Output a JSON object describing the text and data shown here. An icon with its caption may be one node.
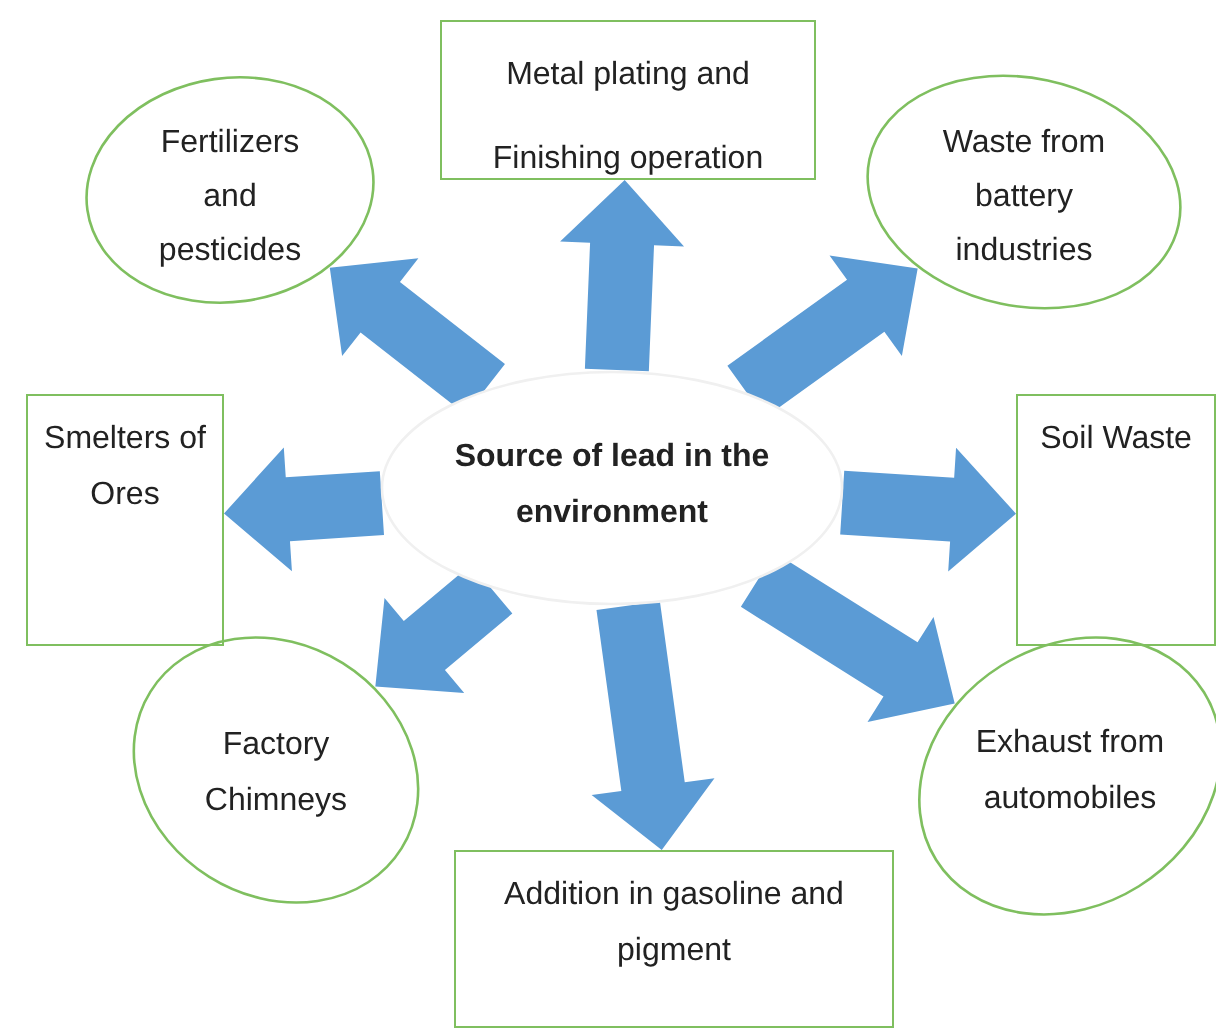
{
  "diagram": {
    "nodes": [
      {
        "text": [
          "Metal plating and Finishing operation"
        ]
      },
      {
        "text": [
          "Fertilizers and pesticides"
        ]
      },
      {
        "text": [
          "Waste from battery industries"
        ]
      },
      {
        "text": [
          "Smelters of Ores"
        ]
      },
      {
        "text": [
          "Source of lead in the environment"
        ]
      },
      {
        "text": [
          "Soil Waste"
        ]
      },
      {
        "text": [
          "Factory Chimneys"
        ]
      },
      {
        "text": [
          "Exhaust from automobiles"
        ]
      },
      {
        "text": [
          "Addition in gasoline and pigment"
        ]
      }
    ],
    "edges": [
      {
        "from": 4,
        "to": 0,
        "arrow": "to"
      },
      {
        "from": 4,
        "to": 1,
        "arrow": "to"
      },
      {
        "from": 4,
        "to": 2,
        "arrow": "to"
      },
      {
        "from": 4,
        "to": 3,
        "arrow": "to"
      },
      {
        "from": 4,
        "to": 5,
        "arrow": "to"
      },
      {
        "from": 4,
        "to": 6,
        "arrow": "to"
      },
      {
        "from": 4,
        "to": 7,
        "arrow": "to"
      },
      {
        "from": 4,
        "to": 8,
        "arrow": "to"
      }
    ]
  }
}
